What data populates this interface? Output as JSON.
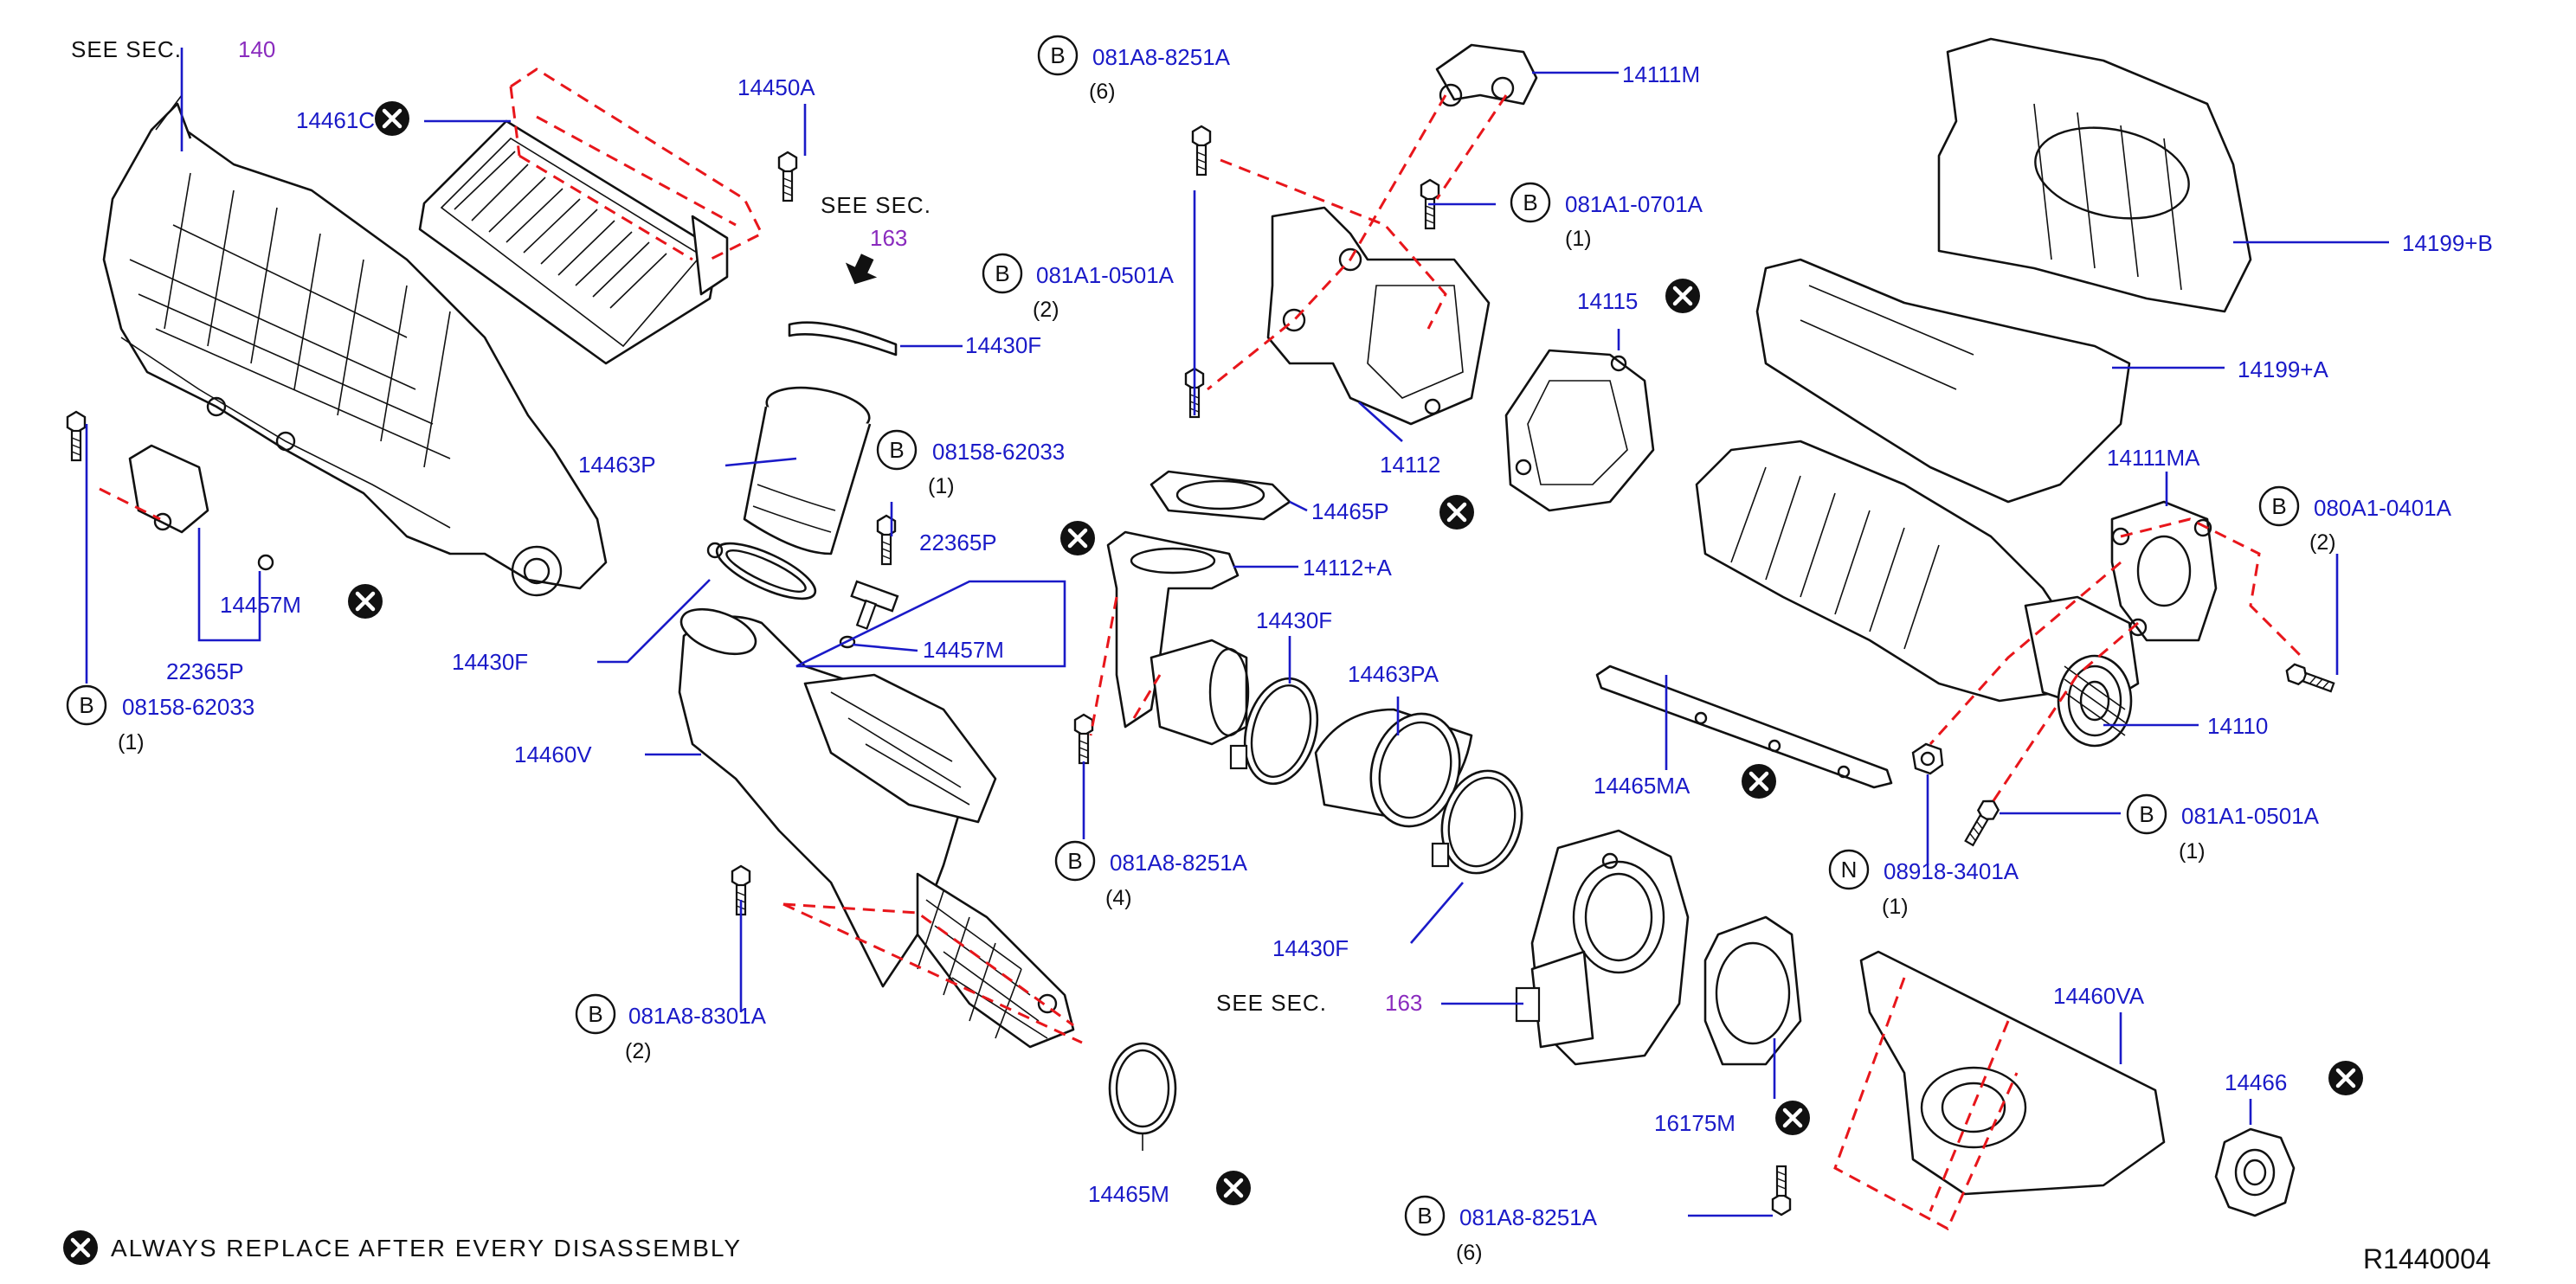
{
  "reference_id": "R1440004",
  "legend": {
    "note": "ALWAYS REPLACE AFTER EVERY DISASSEMBLY"
  },
  "see_sections": [
    {
      "text": "SEE SEC.",
      "section": "140"
    },
    {
      "text": "SEE SEC.",
      "section": "163"
    },
    {
      "text": "SEE SEC.",
      "section": "163"
    }
  ],
  "parts": [
    {
      "id": "p1",
      "number": "14461C"
    },
    {
      "id": "p2",
      "number": "14450A"
    },
    {
      "id": "p3",
      "number": "14430F"
    },
    {
      "id": "p4",
      "number": "14463P"
    },
    {
      "id": "p5",
      "number": "22365P"
    },
    {
      "id": "p6",
      "number": "14457M"
    },
    {
      "id": "p7",
      "number": "22365P"
    },
    {
      "id": "p8",
      "number": "14457M"
    },
    {
      "id": "p9",
      "number": "14430F"
    },
    {
      "id": "p10",
      "number": "14460V"
    },
    {
      "id": "p11",
      "number": "14111M"
    },
    {
      "id": "p12",
      "number": "14112"
    },
    {
      "id": "p13",
      "number": "14465P"
    },
    {
      "id": "p14",
      "number": "14112+A"
    },
    {
      "id": "p15",
      "number": "14430F"
    },
    {
      "id": "p16",
      "number": "14463PA"
    },
    {
      "id": "p17",
      "number": "14430F"
    },
    {
      "id": "p18",
      "number": "14465M"
    },
    {
      "id": "p19",
      "number": "14115"
    },
    {
      "id": "p20",
      "number": "14199+B"
    },
    {
      "id": "p21",
      "number": "14199+A"
    },
    {
      "id": "p22",
      "number": "14111MA"
    },
    {
      "id": "p23",
      "number": "14110"
    },
    {
      "id": "p24",
      "number": "14465MA"
    },
    {
      "id": "p25",
      "number": "16175M"
    },
    {
      "id": "p26",
      "number": "14460VA"
    },
    {
      "id": "p27",
      "number": "14466"
    }
  ],
  "fasteners": [
    {
      "id": "f1",
      "prefix": "B",
      "number": "081A8-8251A",
      "qty": "(6)"
    },
    {
      "id": "f2",
      "prefix": "B",
      "number": "081A1-0701A",
      "qty": "(1)"
    },
    {
      "id": "f3",
      "prefix": "B",
      "number": "081A1-0501A",
      "qty": "(2)"
    },
    {
      "id": "f4",
      "prefix": "B",
      "number": "08158-62033",
      "qty": "(1)"
    },
    {
      "id": "f5",
      "prefix": "B",
      "number": "08158-62033",
      "qty": "(1)"
    },
    {
      "id": "f6",
      "prefix": "B",
      "number": "081A8-8251A",
      "qty": "(4)"
    },
    {
      "id": "f7",
      "prefix": "B",
      "number": "081A8-8301A",
      "qty": "(2)"
    },
    {
      "id": "f8",
      "prefix": "B",
      "number": "080A1-0401A",
      "qty": "(2)"
    },
    {
      "id": "f9",
      "prefix": "B",
      "number": "081A1-0501A",
      "qty": "(1)"
    },
    {
      "id": "f10",
      "prefix": "N",
      "number": "08918-3401A",
      "qty": "(1)"
    },
    {
      "id": "f11",
      "prefix": "B",
      "number": "081A8-8251A",
      "qty": "(6)"
    }
  ],
  "colors": {
    "label_blue": "#1a1ac8",
    "section_purple": "#8a2bbe",
    "dashed_red": "#e8161b",
    "line_black": "#111111"
  }
}
